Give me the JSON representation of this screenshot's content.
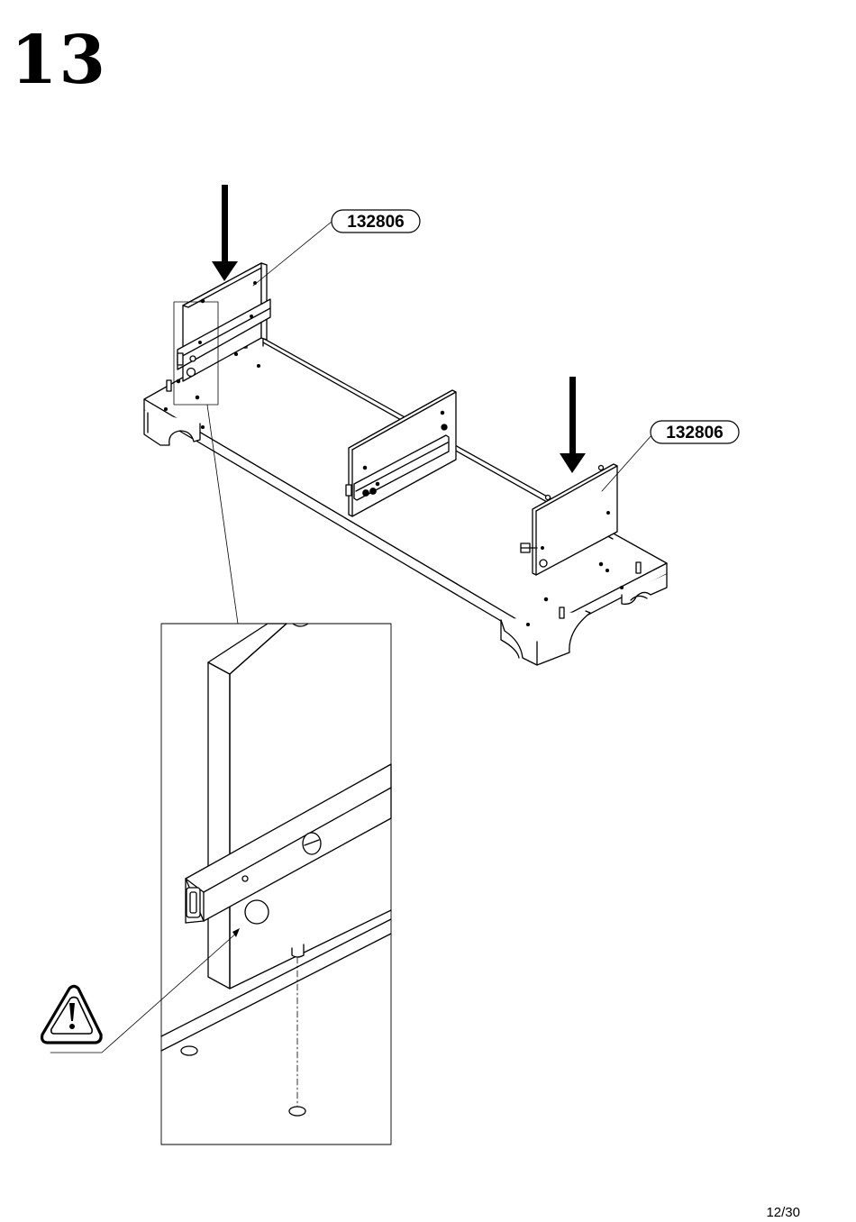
{
  "step": {
    "number": "13"
  },
  "callouts": [
    {
      "part_id": "132806"
    },
    {
      "part_id": "132806"
    }
  ],
  "footer": {
    "page": "12/30"
  },
  "icons": {
    "warning": "warning-triangle-icon",
    "arrow": "down-arrow-icon"
  }
}
